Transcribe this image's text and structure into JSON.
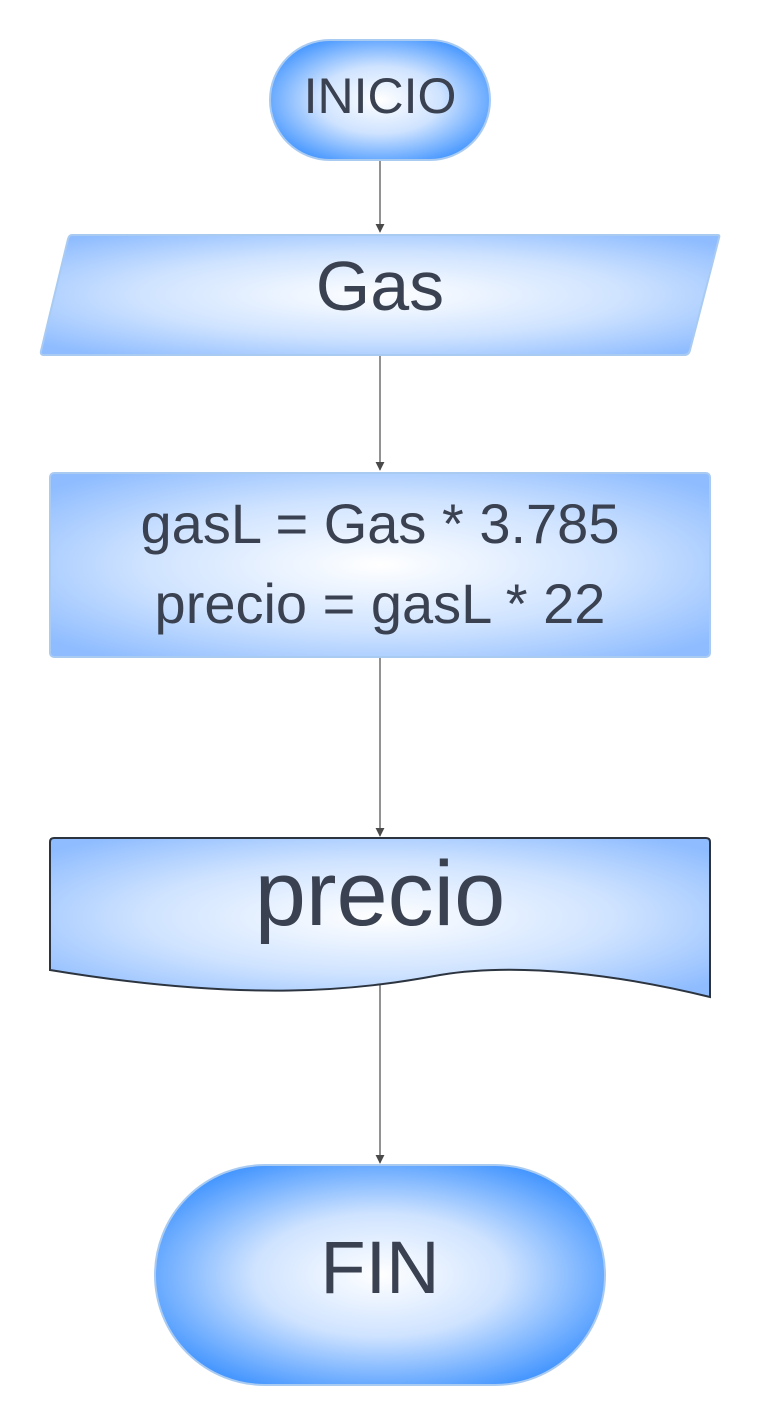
{
  "flowchart": {
    "colors": {
      "fill_light": "#ffffff",
      "fill_mid": "#cfe3ff",
      "fill_dark": "#8ebcff",
      "terminal_dark": "#2f8aff",
      "stroke": "#a9cbf2",
      "text": "#3a4150",
      "connector": "#4a4a4a",
      "background": "#ffffff"
    },
    "nodes": {
      "start": {
        "shape": "terminal",
        "label": "INICIO"
      },
      "input": {
        "shape": "parallelogram",
        "label": "Gas"
      },
      "process": {
        "shape": "rectangle",
        "lines": [
          "gasL = Gas * 3.785",
          "precio = gasL * 22"
        ]
      },
      "output": {
        "shape": "document",
        "label": "precio"
      },
      "end": {
        "shape": "terminal",
        "label": "FIN"
      }
    },
    "edges": [
      {
        "from": "start",
        "to": "input"
      },
      {
        "from": "input",
        "to": "process"
      },
      {
        "from": "process",
        "to": "output"
      },
      {
        "from": "output",
        "to": "end"
      }
    ]
  }
}
